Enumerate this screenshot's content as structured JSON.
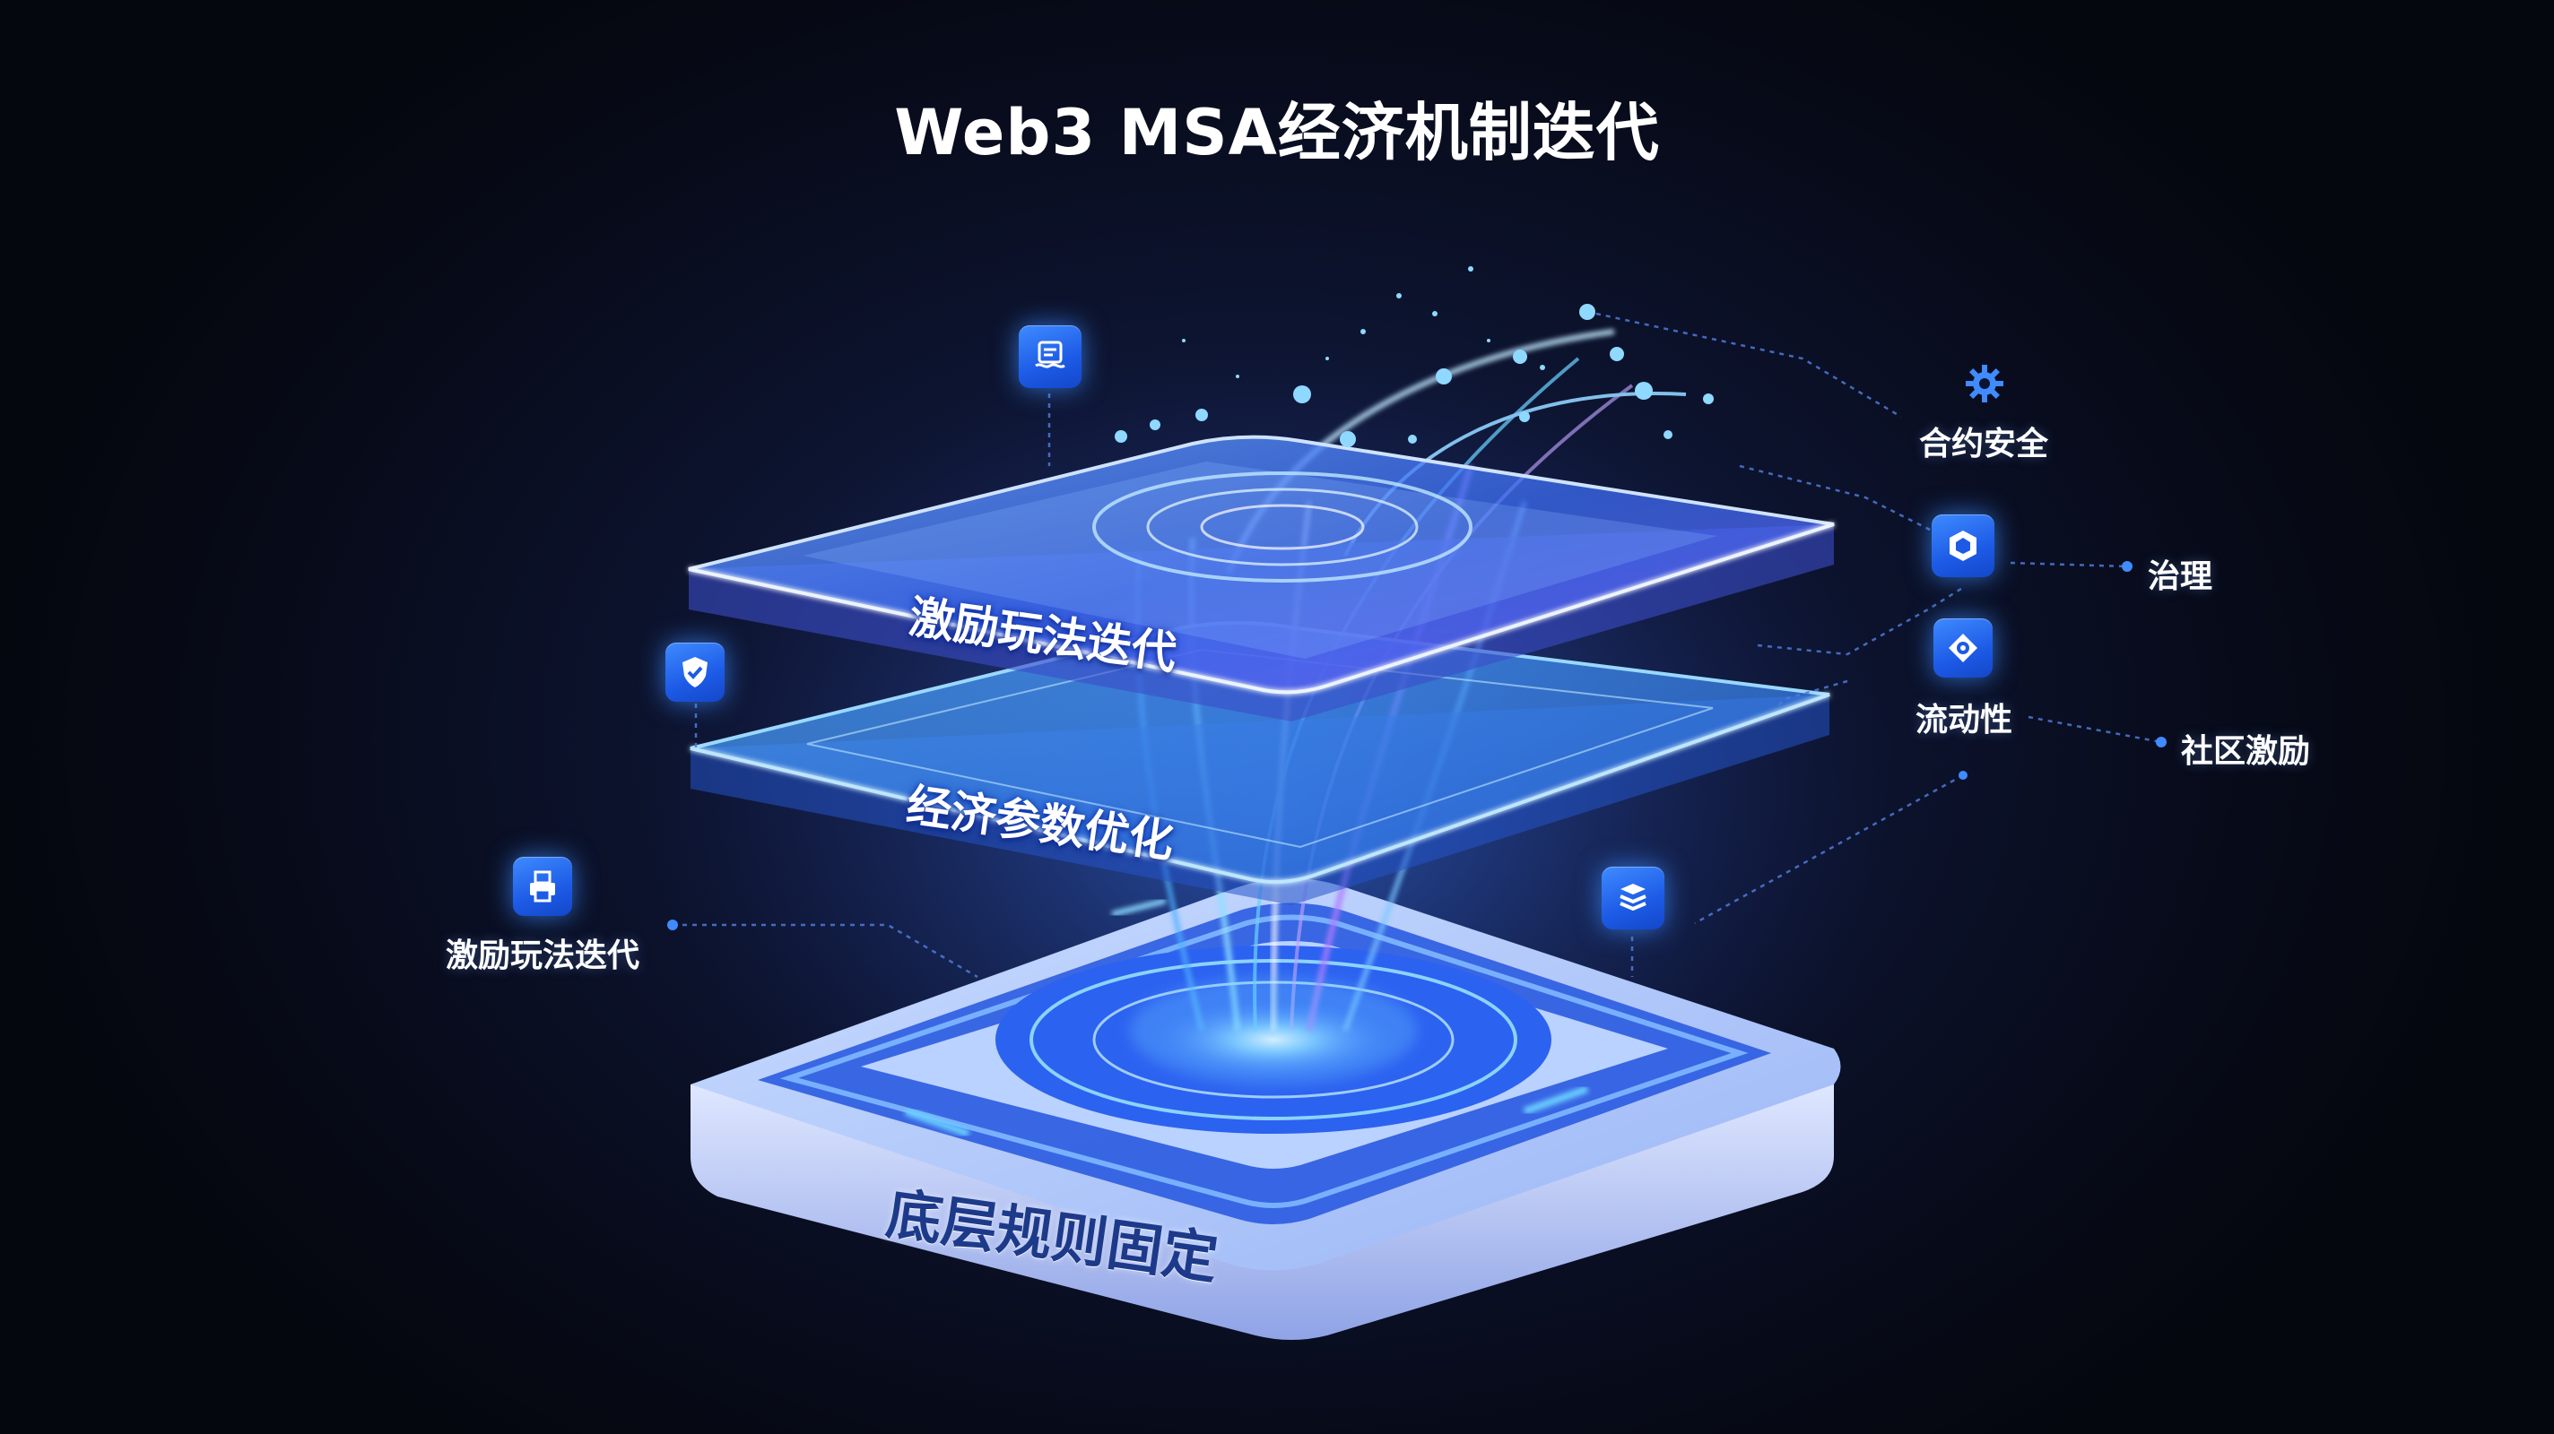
{
  "title": "Web3 MSA经济机制迭代",
  "layers": {
    "top": "激励玩法迭代",
    "middle": "经济参数优化",
    "base": "底层规则固定"
  },
  "side_labels": {
    "contract_security": "合约安全",
    "governance": "治理",
    "liquidity": "流动性",
    "community_incentive": "社区激励",
    "incentive_gameplay": "激励玩法迭代"
  },
  "colors": {
    "accent": "#3f8bff",
    "glow": "#5ab4ff",
    "purple_glow": "#b06bff",
    "background": "#070a18"
  },
  "icons": {
    "top_left_tile": "document-stack-icon",
    "left_tile": "shield-check-icon",
    "lower_left_tile": "printer-icon",
    "lower_right_tile": "layers-stack-icon",
    "security_icon": "gear-icon",
    "governance_tile": "hexagon-icon",
    "liquidity_tile": "eye-icon"
  }
}
